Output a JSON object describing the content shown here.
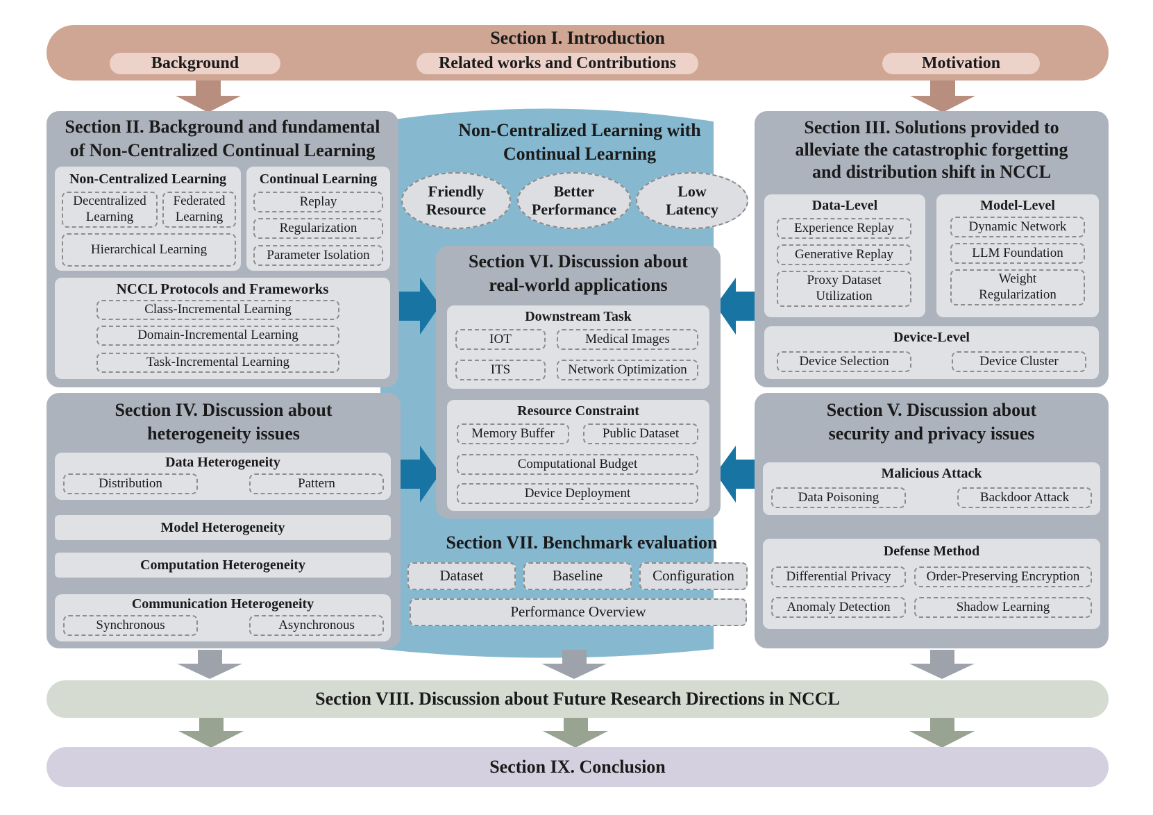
{
  "intro": {
    "title": "Section I. Introduction",
    "background": "Background",
    "related": "Related works and Contributions",
    "motivation": "Motivation"
  },
  "center_top": {
    "title_line1": "Non-Centralized Learning with",
    "title_line2": "Continual Learning",
    "ovals": [
      {
        "line1": "Friendly",
        "line2": "Resource"
      },
      {
        "line1": "Better",
        "line2": "Performance"
      },
      {
        "line1": "Low",
        "line2": "Latency"
      }
    ]
  },
  "s2": {
    "title_line1": "Section II. Background and fundamental",
    "title_line2": "of Non-Centralized Continual Learning",
    "ncl": {
      "title": "Non-Centralized Learning",
      "decentralized_line1": "Decentralized",
      "decentralized_line2": "Learning",
      "federated_line1": "Federated",
      "federated_line2": "Learning",
      "hierarchical": "Hierarchical Learning"
    },
    "cl": {
      "title": "Continual Learning",
      "items": [
        "Replay",
        "Regularization",
        "Parameter Isolation"
      ]
    },
    "protocols": {
      "title": "NCCL Protocols and Frameworks",
      "items": [
        "Class-Incremental Learning",
        "Domain-Incremental Learning",
        "Task-Incremental Learning"
      ]
    }
  },
  "s3": {
    "title_line1": "Section III. Solutions provided to",
    "title_line2": "alleviate the catastrophic forgetting",
    "title_line3": "and distribution shift in NCCL",
    "data_level": {
      "title": "Data-Level",
      "items": [
        "Experience Replay",
        "Generative Replay"
      ],
      "proxy_line1": "Proxy Dataset",
      "proxy_line2": "Utilization"
    },
    "model_level": {
      "title": "Model-Level",
      "items": [
        "Dynamic Network",
        "LLM Foundation"
      ],
      "weight_line1": "Weight",
      "weight_line2": "Regularization"
    },
    "device_level": {
      "title": "Device-Level",
      "items": [
        "Device Selection",
        "Device Cluster"
      ]
    }
  },
  "s6": {
    "title_line1": "Section VI. Discussion about",
    "title_line2": "real-world applications",
    "downstream": {
      "title": "Downstream Task",
      "items": [
        "IOT",
        "Medical Images",
        "ITS",
        "Network Optimization"
      ]
    },
    "resource": {
      "title": "Resource Constraint",
      "items": [
        "Memory Buffer",
        "Public Dataset",
        "Computational Budget",
        "Device Deployment"
      ]
    }
  },
  "s4": {
    "title_line1": "Section IV. Discussion about",
    "title_line2": "heterogeneity issues",
    "data_het": {
      "title": "Data Heterogeneity",
      "items": [
        "Distribution",
        "Pattern"
      ]
    },
    "model_het": "Model Heterogeneity",
    "comp_het": "Computation Heterogeneity",
    "comm_het": {
      "title": "Communication Heterogeneity",
      "items": [
        "Synchronous",
        "Asynchronous"
      ]
    }
  },
  "s5": {
    "title_line1": "Section V. Discussion about",
    "title_line2": "security and privacy issues",
    "attack": {
      "title": "Malicious Attack",
      "items": [
        "Data Poisoning",
        "Backdoor Attack"
      ]
    },
    "defense": {
      "title": "Defense Method",
      "items": [
        "Differential Privacy",
        "Order-Preserving Encryption",
        "Anomaly Detection",
        "Shadow Learning"
      ]
    }
  },
  "s7": {
    "title": "Section VII. Benchmark evaluation",
    "items": [
      "Dataset",
      "Baseline",
      "Configuration"
    ],
    "overview": "Performance Overview"
  },
  "s8": {
    "title": "Section VIII. Discussion about Future Research Directions in NCCL"
  },
  "s9": {
    "title": "Section IX. Conclusion"
  },
  "colors": {
    "intro_bar": "#cfa593",
    "intro_pill": "#ecd2c8",
    "intro_arrow": "#b88e7f",
    "center_blue": "#86b8d0",
    "blue_arrow": "#1874a3",
    "panel_gray": "#acb3bd",
    "inner_box": "#dfe1e5",
    "gray_arrow": "#9da2ab",
    "future_bar": "#d5dbd1",
    "green_arrow": "#98a391",
    "conclusion_bar": "#d5d0df"
  }
}
